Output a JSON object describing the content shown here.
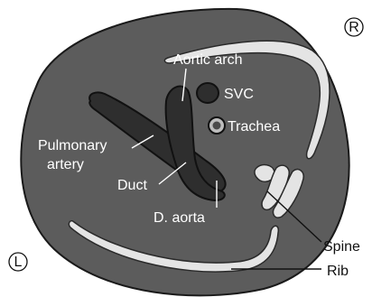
{
  "diagram": {
    "orientation": {
      "right": "R",
      "left": "L"
    },
    "labels": {
      "aortic_arch": "Aortic arch",
      "svc": "SVC",
      "trachea": "Trachea",
      "pulmonary_artery_line1": "Pulmonary",
      "pulmonary_artery_line2": "artery",
      "duct": "Duct",
      "d_aorta": "D. aorta",
      "spine": "Spine",
      "rib": "Rib"
    },
    "colors": {
      "body_fill": "#5c5c5c",
      "vessel_fill": "#2e2e2e",
      "bone_fill": "#e4e4e4",
      "label_light": "#ffffff",
      "label_dark": "#111111"
    }
  }
}
